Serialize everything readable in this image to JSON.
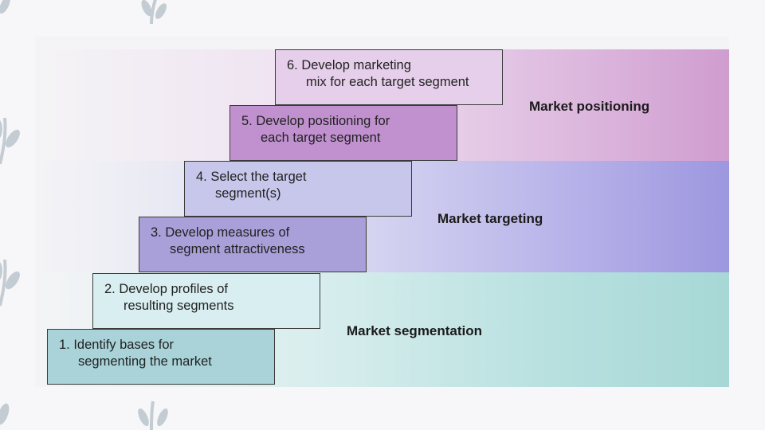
{
  "diagram": {
    "steps": [
      {
        "line1": "1. Identify bases for",
        "line2": "segmenting the market"
      },
      {
        "line1": "2. Develop profiles of",
        "line2": "resulting segments"
      },
      {
        "line1": "3. Develop measures of",
        "line2": "segment attractiveness"
      },
      {
        "line1": "4. Select the target",
        "line2": "segment(s)"
      },
      {
        "line1": "5. Develop positioning for",
        "line2": "each target segment"
      },
      {
        "line1": "6. Develop marketing",
        "line2": "mix for each target segment"
      }
    ],
    "bands": {
      "positioning": "Market positioning",
      "targeting": "Market targeting",
      "segmentation": "Market segmentation"
    }
  },
  "colors": {
    "step1": "#a9d3d8",
    "step2": "#d9eef0",
    "step3": "#a99fd9",
    "step4": "#c7c7ec",
    "step5": "#c191cf",
    "step6": "#e6cfea"
  }
}
